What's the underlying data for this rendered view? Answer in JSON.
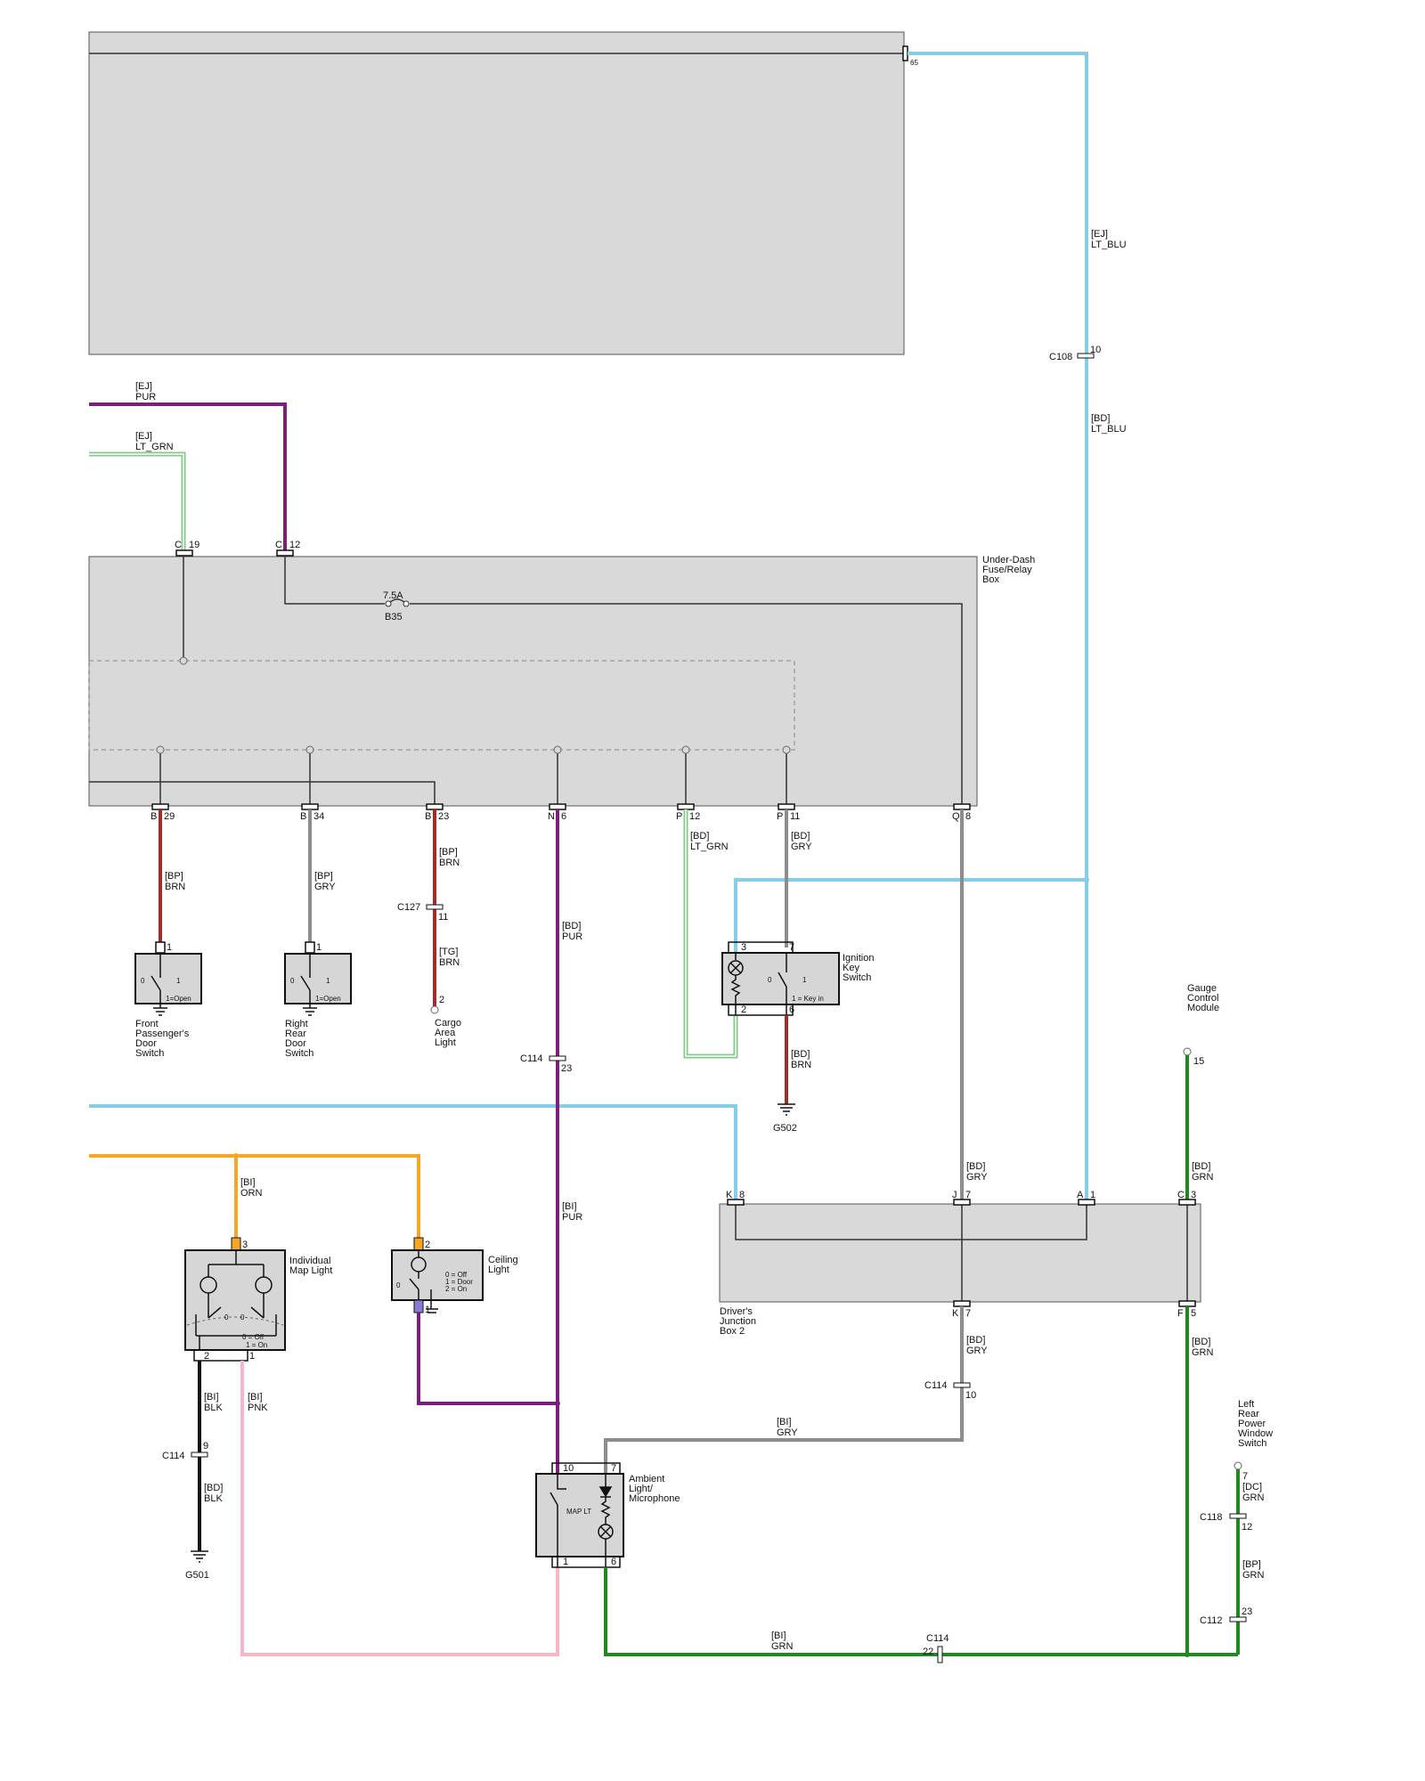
{
  "colors": {
    "lt_blu": "#87cde8",
    "pur": "#7b1f7b",
    "lt_grn": "#86c98a",
    "brn": "#a52a2a",
    "gry": "#8c8c8c",
    "orn": "#f5a623",
    "blk": "#111111",
    "pnk": "#f7b6c6",
    "grn": "#1e8a1e",
    "wire_thin": "#333333",
    "box_fill": "#d9d9d9"
  },
  "pins": {
    "top_65": "65",
    "c119_a": "C",
    "c119_b": "19",
    "c112_a": "C",
    "c112_b": "12",
    "b29_a": "B",
    "b29_b": "29",
    "b34_a": "B",
    "b34_b": "34",
    "b23_a": "B",
    "b23_b": "23",
    "n6_a": "N",
    "n6_b": "6",
    "p12_a": "P",
    "p12_b": "12",
    "p11_a": "P",
    "p11_b": "11",
    "q8_a": "Q",
    "q8_b": "8",
    "fps_1": "1",
    "rrd_1": "1",
    "cargo_2": "2",
    "ign_3": "3",
    "ign_7": "7",
    "ign_2": "2",
    "ign_6": "6",
    "k8_a": "K",
    "k8_b": "8",
    "j7_a": "J",
    "j7_b": "7",
    "a1_a": "A",
    "a1_b": "1",
    "c3_a": "C",
    "c3_b": "3",
    "k7_a": "K",
    "k7_b": "7",
    "f5_a": "F",
    "f5_b": "5",
    "gcm_15": "15",
    "map_3": "3",
    "map_2": "2",
    "map_1": "1",
    "ceil_2": "2",
    "ceil_1": "1",
    "amb_10": "10",
    "amb_7": "7",
    "amb_1": "1",
    "amb_6": "6",
    "lr_7": "7"
  },
  "connectors": {
    "c108": "C108",
    "c108_pin": "10",
    "c127": "C127",
    "c127_pin": "11",
    "c114_a": "C114",
    "c114_a_pin": "23",
    "c114_b": "C114",
    "c114_b_pin": "10",
    "c114_c": "C114",
    "c114_c_pin": "9",
    "c114_d": "C114",
    "c114_d_pin": "22",
    "c118": "C118",
    "c118_pin": "12",
    "c112": "C112",
    "c112_pin": "23"
  },
  "wires": {
    "ej_ltblu_a": "[EJ]",
    "ej_ltblu_b": "LT_BLU",
    "bd_ltblu_a": "[BD]",
    "bd_ltblu_b": "LT_BLU",
    "ej_pur_a": "[EJ]",
    "ej_pur_b": "PUR",
    "ej_ltgrn_a": "[EJ]",
    "ej_ltgrn_b": "LT_GRN",
    "bp_brn_a": "[BP]",
    "bp_brn_b": "BRN",
    "bp_gry_a": "[BP]",
    "bp_gry_b": "GRY",
    "bp_brn2_a": "[BP]",
    "bp_brn2_b": "BRN",
    "tg_brn_a": "[TG]",
    "tg_brn_b": "BRN",
    "bd_pur_a": "[BD]",
    "bd_pur_b": "PUR",
    "bd_ltgrn_a": "[BD]",
    "bd_ltgrn_b": "LT_GRN",
    "bd_gry_a": "[BD]",
    "bd_gry_b": "GRY",
    "bd_brn_a": "[BD]",
    "bd_brn_b": "BRN",
    "bi_pur_a": "[BI]",
    "bi_pur_b": "PUR",
    "bi_orn_a": "[BI]",
    "bi_orn_b": "ORN",
    "bd_gry2_a": "[BD]",
    "bd_gry2_b": "GRY",
    "bd_grn_a": "[BD]",
    "bd_grn_b": "GRN",
    "bd_gry3_a": "[BD]",
    "bd_gry3_b": "GRY",
    "bd_grn2_a": "[BD]",
    "bd_grn2_b": "GRN",
    "bi_gry_a": "[BI]",
    "bi_gry_b": "GRY",
    "bi_blk_a": "[BI]",
    "bi_blk_b": "BLK",
    "bi_pnk_a": "[BI]",
    "bi_pnk_b": "PNK",
    "bd_blk_a": "[BD]",
    "bd_blk_b": "BLK",
    "dc_grn_a": "[DC]",
    "dc_grn_b": "GRN",
    "bp_grn_a": "[BP]",
    "bp_grn_b": "GRN",
    "bi_grn_a": "[BI]",
    "bi_grn_b": "GRN"
  },
  "components": {
    "fuse_box": [
      "Under-Dash",
      "Fuse/Relay",
      "Box"
    ],
    "fuse_rating": "7.5A",
    "fuse_id": "B35",
    "front_pass": [
      "Front",
      "Passenger's",
      "Door",
      "Switch"
    ],
    "right_rear": [
      "Right",
      "Rear",
      "Door",
      "Switch"
    ],
    "cargo": [
      "Cargo",
      "Area",
      "Light"
    ],
    "ignition": [
      "Ignition",
      "Key",
      "Switch"
    ],
    "gauge": [
      "Gauge",
      "Control",
      "Module"
    ],
    "djb": [
      "Driver's",
      "Junction",
      "Box 2"
    ],
    "map_light": [
      "Individual",
      "Map Light"
    ],
    "ceiling": [
      "Ceiling",
      "Light"
    ],
    "ambient": [
      "Ambient",
      "Light/",
      "Microphone"
    ],
    "left_rear": [
      "Left",
      "Rear",
      "Power",
      "Window",
      "Switch"
    ],
    "g502": "G502",
    "g501": "G501",
    "sw_open": "1=Open",
    "sw_open2": "1=Open",
    "sw_keyin": "1 = Key in",
    "sw_0": "0",
    "sw_1": "1",
    "ceil_off": "0 = Off",
    "ceil_door": "1 = Door",
    "ceil_on": "2 = On",
    "map_off": "0 = Off",
    "map_on": "1 = On",
    "map_lt": "MAP LT"
  }
}
